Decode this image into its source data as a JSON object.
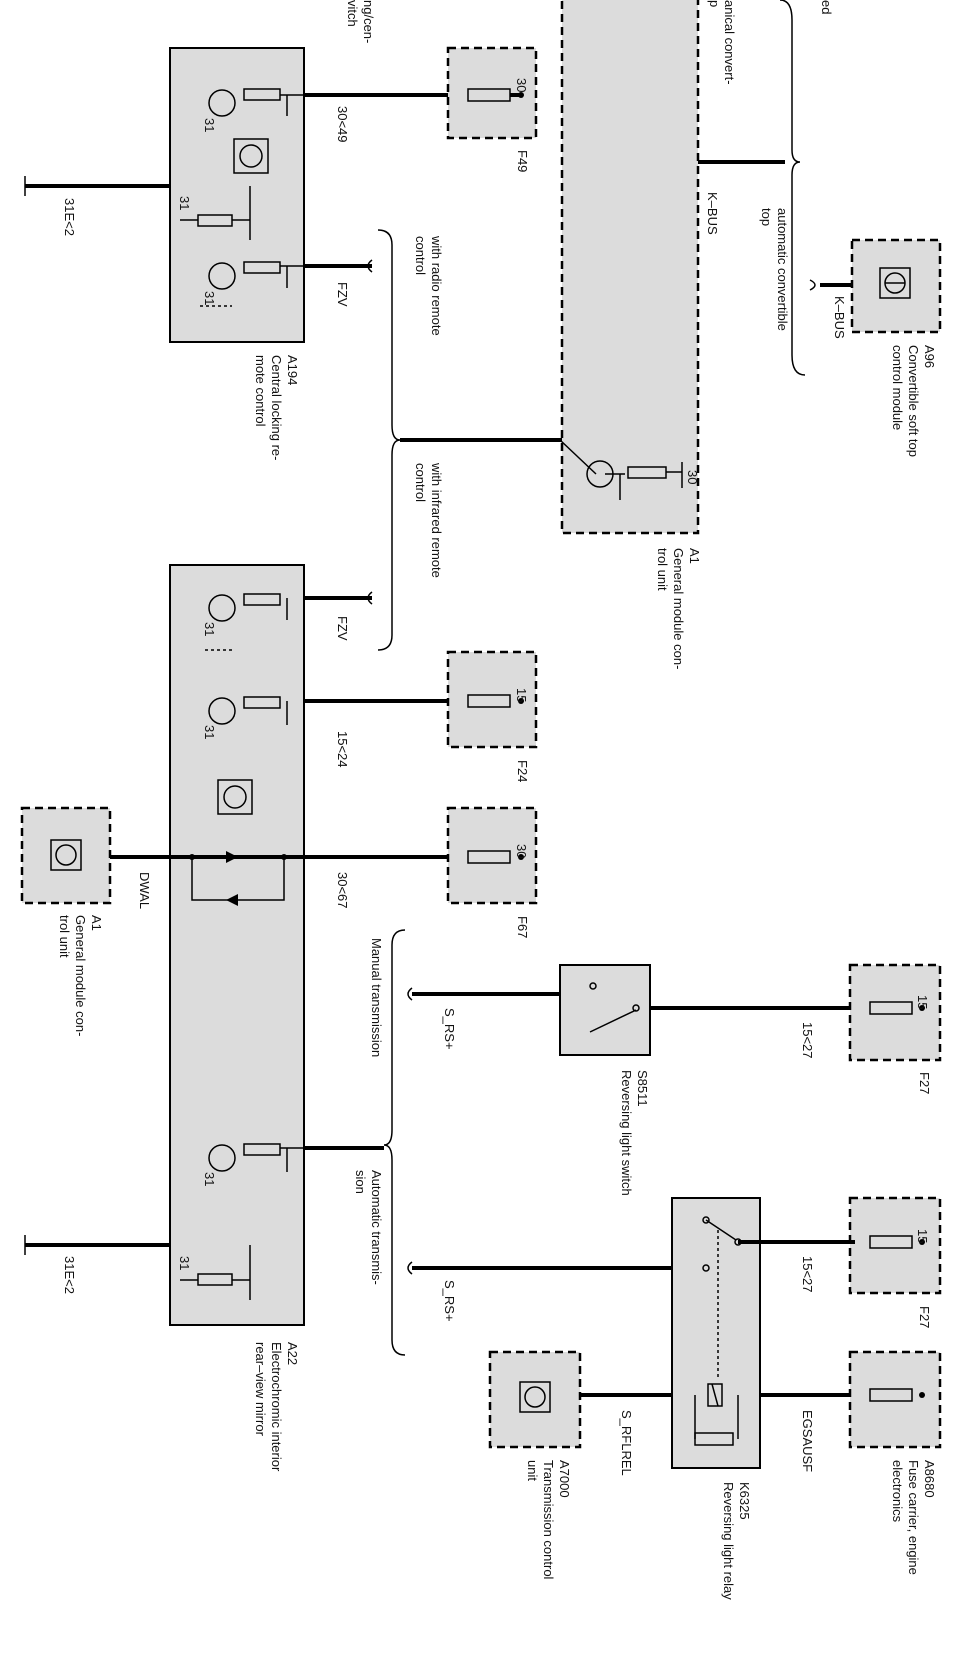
{
  "partial_labels": {
    "top_a": "ng/cen-",
    "top_b": "vitch",
    "top_c": "anical convert-",
    "top_d": "p",
    "top_e": "ed"
  },
  "components": {
    "a194": {
      "id": "A194",
      "line1": "Central locking re-",
      "line2": "mote control"
    },
    "a1_top": {
      "id": "A1",
      "line1": "General module con-",
      "line2": "trol unit"
    },
    "a96": {
      "id": "A96",
      "line1": "Convertible soft top",
      "line2": "control module"
    },
    "a22": {
      "id": "A22",
      "line1": "Electrochromic interior",
      "line2": "rear–view mirror"
    },
    "a1_left": {
      "id": "A1",
      "line1": "General module con-",
      "line2": "trol unit"
    },
    "s8511": {
      "id": "S8511",
      "line1": "Reversing light switch"
    },
    "k6325": {
      "id": "K6325",
      "line1": "Reversing light relay"
    },
    "a7000": {
      "id": "A7000",
      "line1": "Transmission control",
      "line2": "unit"
    },
    "a8680": {
      "id": "A8680",
      "line1": "Fuse carrier, engine",
      "line2": "electronics"
    }
  },
  "fuses": {
    "f49": {
      "id": "F49",
      "pin": "30"
    },
    "f24": {
      "id": "F24",
      "pin": "15"
    },
    "f67": {
      "id": "F67",
      "pin": "30"
    },
    "f27a": {
      "id": "F27",
      "pin": "15"
    },
    "f27b": {
      "id": "F27",
      "pin": "15"
    }
  },
  "wires": {
    "w30_49": "30<49",
    "w15_24": "15<24",
    "w30_67": "30<67",
    "w15_27a": "15<27",
    "w15_27b": "15<27",
    "fzv_top": "FZV",
    "fzv_bottom": "FZV",
    "kbus_a1": "K–BUS",
    "kbus_a96": "K–BUS",
    "dwal": "DWAL",
    "ground_top": "31E<2",
    "ground_bottom": "31E<2",
    "s_rs_a": "S_RS+",
    "s_rs_b": "S_RS+",
    "egsausf": "EGSAUSF",
    "s_rflrel": "S_RFLREL"
  },
  "pins": {
    "p31": "31",
    "p30": "30"
  },
  "options": {
    "auto_top_1": "automatic convertible",
    "auto_top_2": "top",
    "radio_1": "with radio remote",
    "radio_2": "control",
    "ir_1": "with infrared remote",
    "ir_2": "control",
    "manual": "Manual transmission",
    "auto_trans_1": "Automatic transmis-",
    "auto_trans_2": "sion"
  },
  "colors": {
    "module_fill": "#dcdcdc",
    "line": "#000000"
  }
}
